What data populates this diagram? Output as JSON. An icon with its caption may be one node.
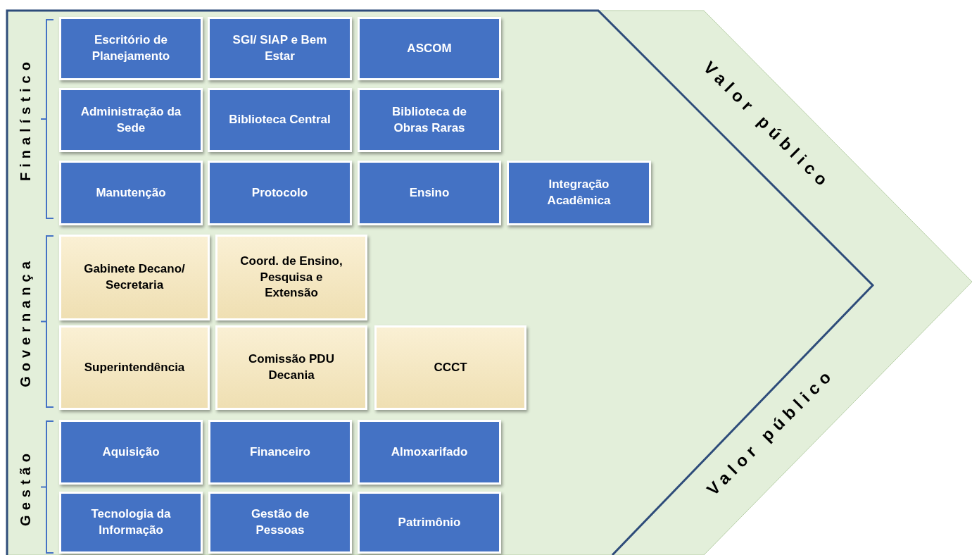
{
  "diagram": {
    "nodes": [
      {
        "text": [
          "Valor público",
          "Valor público"
        ]
      },
      {
        "text": [
          "Escritório de Planejamento"
        ],
        "in": 0
      },
      {
        "text": [
          "SGI/ SIAP e Bem Estar"
        ],
        "in": 0
      },
      {
        "text": [
          "ASCOM"
        ],
        "in": 0
      },
      {
        "text": [
          "Administração da Sede"
        ],
        "in": 0
      },
      {
        "text": [
          "Biblioteca Central"
        ],
        "in": 0
      },
      {
        "text": [
          "Biblioteca de Obras Raras"
        ],
        "in": 0
      },
      {
        "text": [
          "Manutenção"
        ],
        "in": 0
      },
      {
        "text": [
          "Protocolo"
        ],
        "in": 0
      },
      {
        "text": [
          "Ensino"
        ],
        "in": 0
      },
      {
        "text": [
          "Integração Acadêmica"
        ],
        "in": 0
      },
      {
        "text": [
          "Gabinete Decano/ Secretaria"
        ],
        "in": 0
      },
      {
        "text": [
          "Coord. de Ensino, Pesquisa e Extensão"
        ],
        "in": 0
      },
      {
        "text": [
          "Superintendência"
        ],
        "in": 0
      },
      {
        "text": [
          "Comissão PDU Decania"
        ],
        "in": 0
      },
      {
        "text": [
          "CCCT"
        ],
        "in": 0
      },
      {
        "text": [
          "Aquisição"
        ],
        "in": 0
      },
      {
        "text": [
          "Financeiro"
        ],
        "in": 0
      },
      {
        "text": [
          "Almoxarifado"
        ],
        "in": 0
      },
      {
        "text": [
          "Tecnologia da Informação"
        ],
        "in": 0
      },
      {
        "text": [
          "Gestão de Pessoas"
        ],
        "in": 0
      },
      {
        "text": [
          "Patrimônio"
        ],
        "in": 0
      }
    ],
    "labels": [
      "Finalístico",
      "Governança",
      "Gestão"
    ]
  }
}
